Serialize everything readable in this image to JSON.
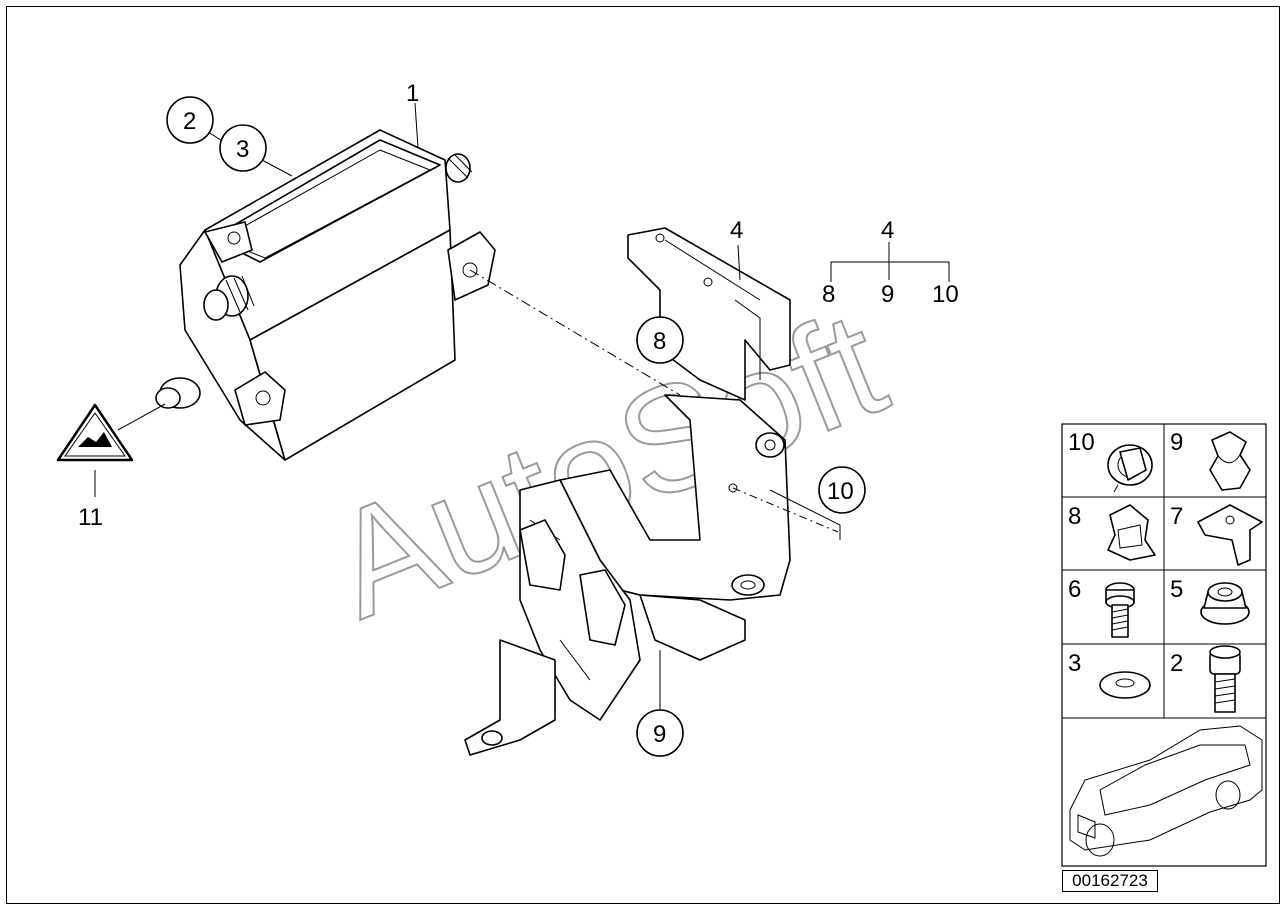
{
  "diagram": {
    "callouts": [
      {
        "id": "c1",
        "text": "1",
        "circled": false
      },
      {
        "id": "c2",
        "text": "2",
        "circled": true
      },
      {
        "id": "c3",
        "text": "3",
        "circled": true
      },
      {
        "id": "c4a",
        "text": "4",
        "circled": false
      },
      {
        "id": "c4b",
        "text": "4",
        "circled": false
      },
      {
        "id": "c8a",
        "text": "8",
        "circled": false
      },
      {
        "id": "c9a",
        "text": "9",
        "circled": false
      },
      {
        "id": "c10a",
        "text": "10",
        "circled": false
      },
      {
        "id": "c8b",
        "text": "8",
        "circled": true
      },
      {
        "id": "c10b",
        "text": "10",
        "circled": true
      },
      {
        "id": "c9b",
        "text": "9",
        "circled": true
      },
      {
        "id": "c11",
        "text": "11",
        "circled": false
      }
    ],
    "legend_cells": [
      "10",
      "9",
      "8",
      "7",
      "6",
      "5",
      "3",
      "2"
    ],
    "watermark": "AutoSoft",
    "document_number": "00162723"
  }
}
